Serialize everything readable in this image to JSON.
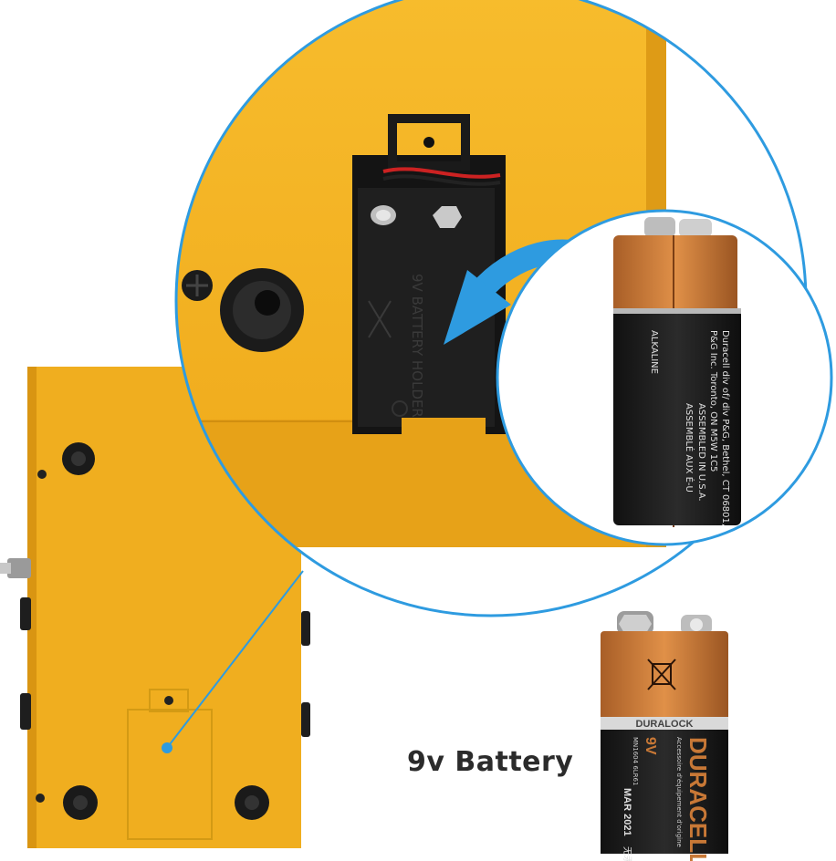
{
  "caption": "9v Battery",
  "holder_label": "9V BATTERY HOLDER",
  "battery_front": {
    "brand": "DURACELL",
    "seal": "DURALOCK",
    "tagline": "Accessoire d'équipement d'origine",
    "voltage": "9V",
    "codes": "MN1604  6LR61",
    "date": "MAR 2021",
    "cjk": "无汞"
  },
  "battery_back": {
    "lines": [
      "Duracell div of/ div P&G, Bethel, CT 06801,",
      "P&G Inc. Toronto, ON M5W 1C5",
      "ASSEMBLED IN U.S.A.",
      "ASSEMBLÉ AUX É-U"
    ],
    "alkaline": "ALKALINE"
  },
  "colors": {
    "pedal_yellow": "#F2B01E",
    "callout_blue": "#2E9BE0",
    "battery_copper": "#C87836",
    "battery_black": "#1d1d1d"
  }
}
